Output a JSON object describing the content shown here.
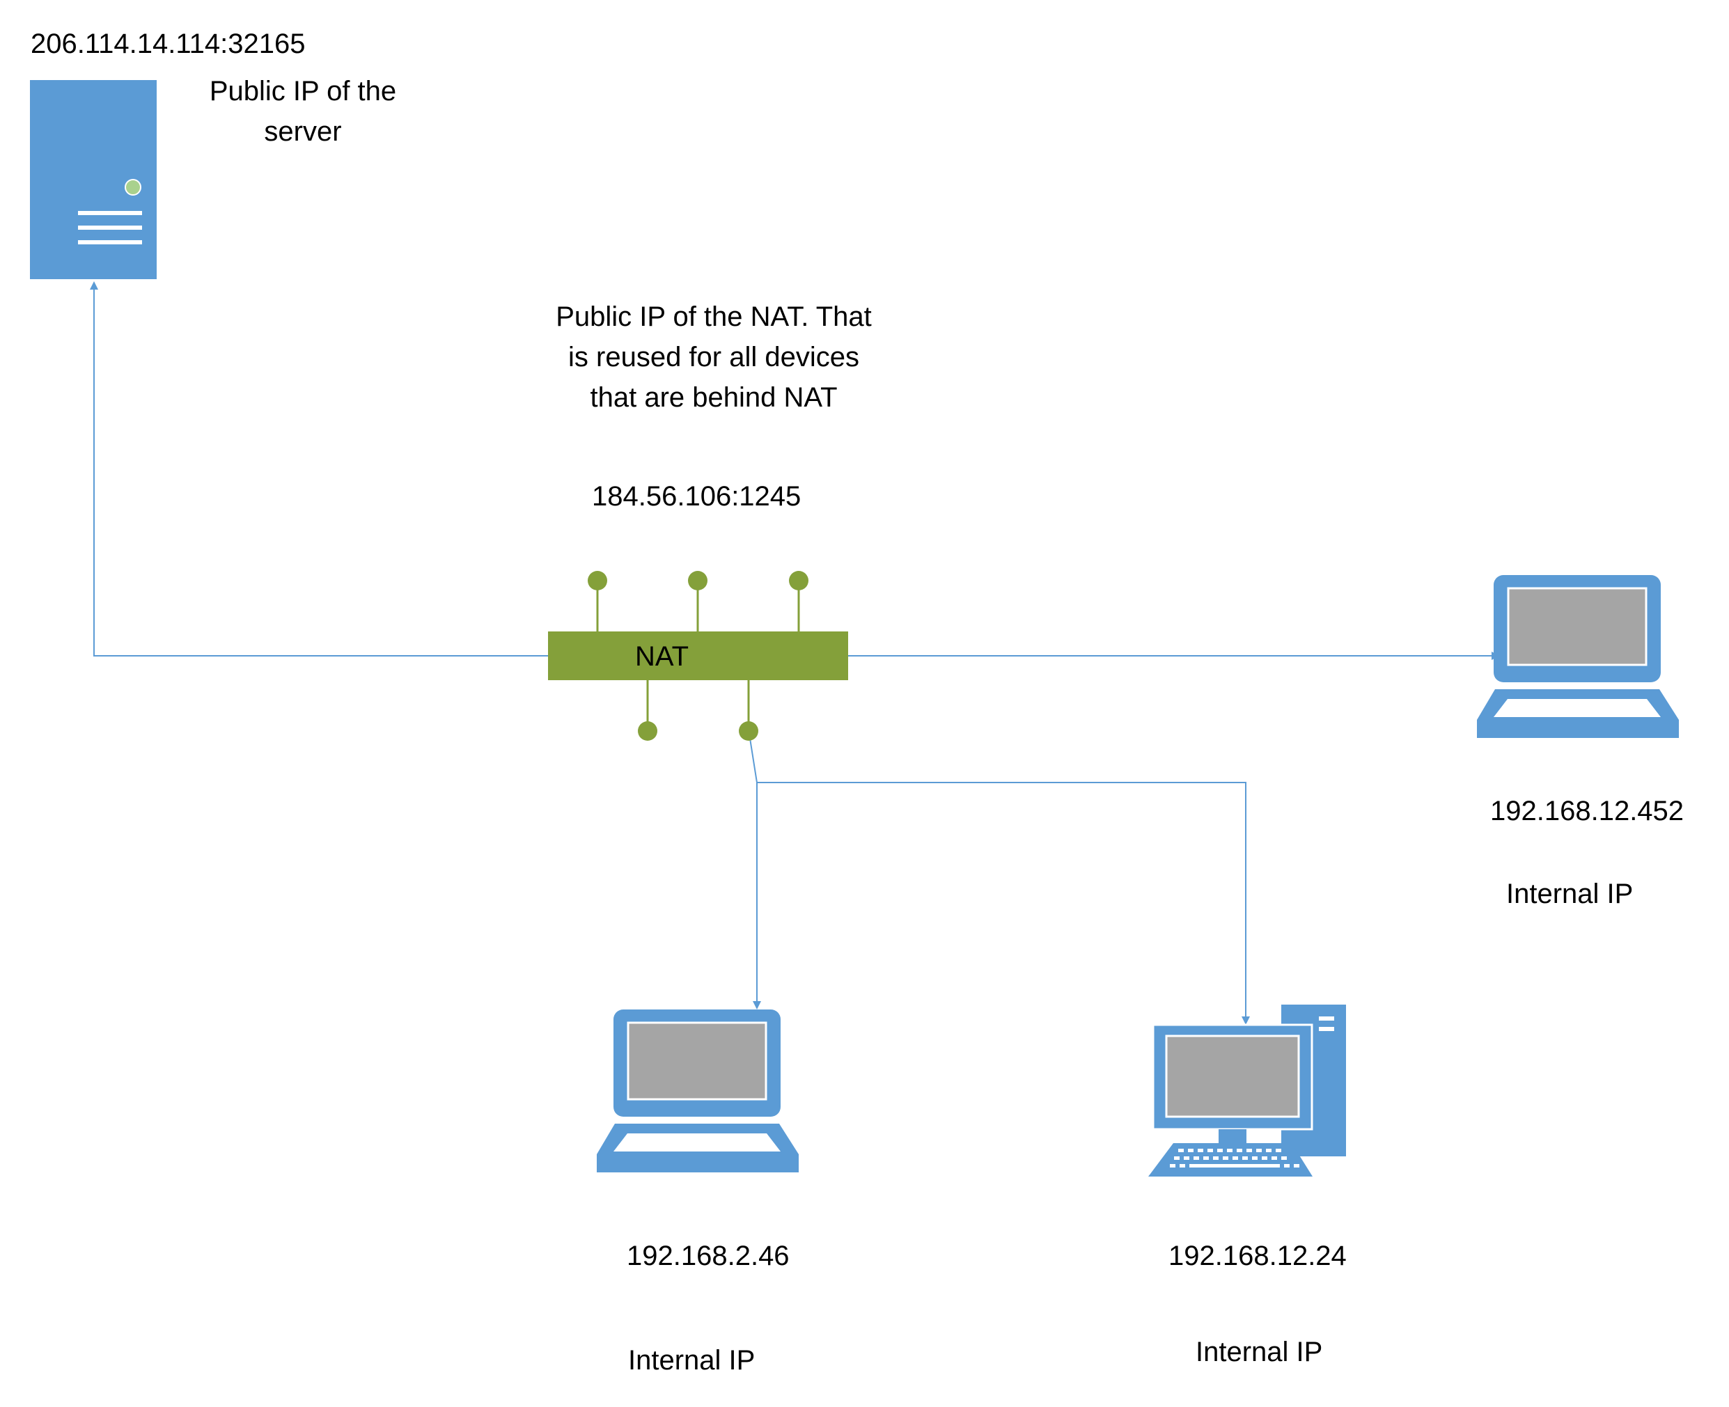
{
  "server": {
    "ip": "206.114.14.114:32165",
    "description": "Public IP of the server",
    "icon": "server-icon"
  },
  "nat": {
    "label": "NAT",
    "description": "Public IP of the NAT. That is reused for all devices that are behind NAT",
    "ip": "184.56.106:1245",
    "icon": "nat-router-icon"
  },
  "devices": {
    "right_laptop": {
      "ip": "192.168.12.452",
      "caption": "Internal IP",
      "icon": "laptop-icon"
    },
    "bottom_laptop": {
      "ip": "192.168.2.46",
      "caption": "Internal IP",
      "icon": "laptop-icon"
    },
    "desktop": {
      "ip": "192.168.12.24",
      "caption": "Internal IP",
      "icon": "desktop-computer-icon"
    }
  },
  "colors": {
    "device_blue": "#5b9bd5",
    "screen_gray": "#a5a5a5",
    "nat_green": "#84a03a",
    "line_blue": "#5b9bd5",
    "led_green": "#a9d18e"
  }
}
